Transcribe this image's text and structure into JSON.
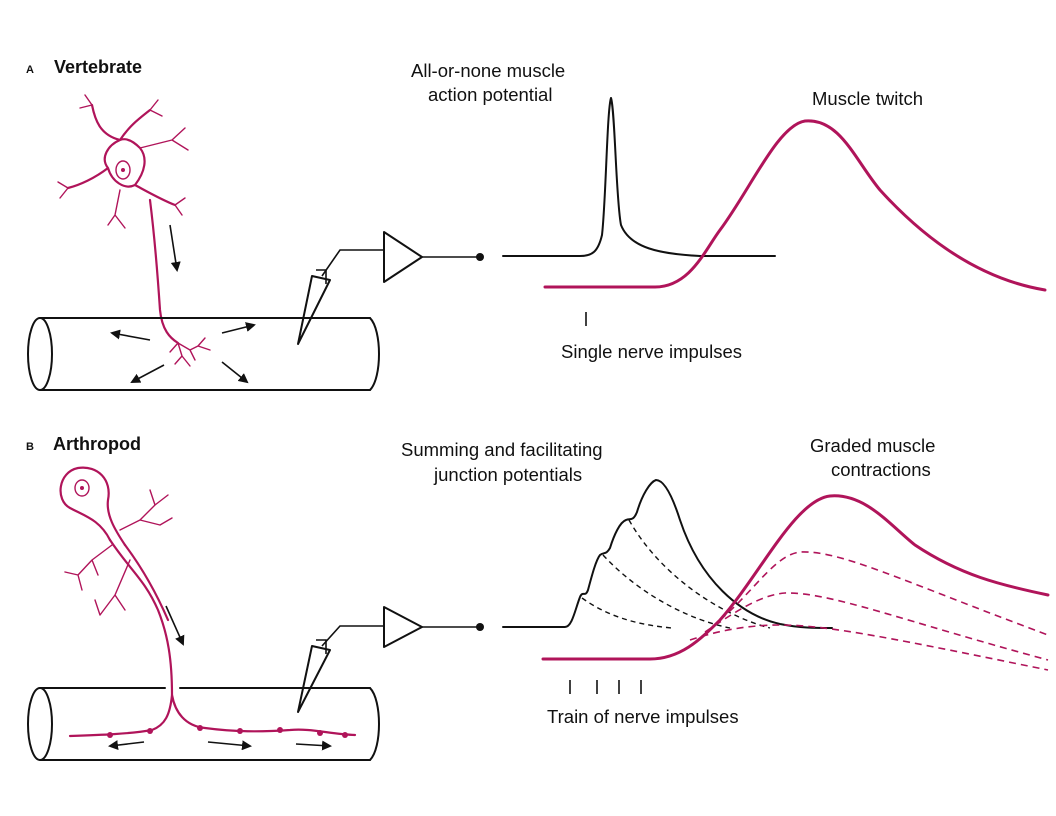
{
  "panel_a": {
    "letter": "A",
    "title": "Vertebrate",
    "label_action_potential_1": "All-or-none muscle",
    "label_action_potential_2": "action potential",
    "label_twitch": "Muscle twitch",
    "label_impulses": "Single nerve impulses"
  },
  "panel_b": {
    "letter": "B",
    "title": "Arthropod",
    "label_junction_1": "Summing and facilitating",
    "label_junction_2": "junction potentials",
    "label_contraction_1": "Graded muscle",
    "label_contraction_2": "contractions",
    "label_impulses": "Train of nerve impulses"
  },
  "colors": {
    "nerve": "#b0145a",
    "trace": "#111111"
  }
}
